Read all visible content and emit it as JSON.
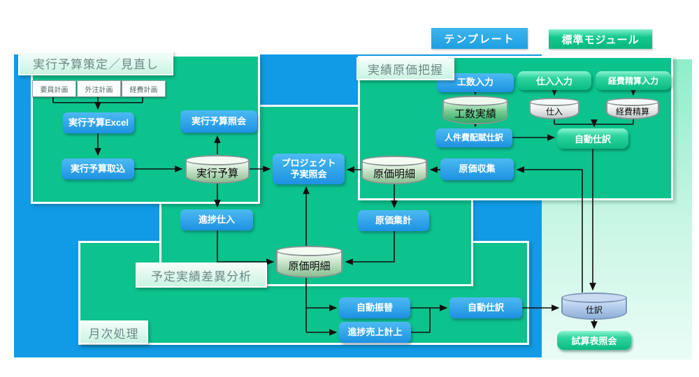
{
  "legend": {
    "template": "テンプレート",
    "standard_module": "標準モジュール"
  },
  "panels": {
    "budget_planning_title": "実行予算策定／見直し",
    "actual_cost_title": "実績原価把握",
    "variance_title": "予定実績差異分析",
    "monthly_title": "月次処理"
  },
  "nodes": {
    "plan_personnel": "要員計画",
    "plan_outsource": "外注計画",
    "plan_expense": "経費計画",
    "budget_excel": "実行予算Excel",
    "budget_inquiry": "実行予算照会",
    "budget_import": "実行予算取込",
    "db_budget": "実行予算",
    "project_line1": "プロジェクト",
    "project_line2": "予実照会",
    "progress_purchase": "進捗仕入",
    "db_cost_detail_upper": "原価明細",
    "db_cost_detail_lower": "原価明細",
    "cost_collection": "原価収集",
    "cost_aggregation": "原価集計",
    "manhour_input": "工数入力",
    "db_manhour": "工数実績",
    "labor_allocation": "人件費配賦仕訳",
    "purchase_input": "仕入入力",
    "expense_input": "経費精算入力",
    "db_purchase": "仕入",
    "db_expense": "経費精算",
    "auto_journal_top": "自動仕訳",
    "auto_transfer": "自動振替",
    "progress_sales": "進捗売上計上",
    "auto_journal_bottom": "自動仕訳",
    "db_journal": "仕訳",
    "trial_balance": "試算表照会"
  },
  "colors": {
    "background_blue": "#119be6",
    "panel_green": "#0cc28d",
    "template_box_cyan": "#2aa2e8",
    "module_box_green": "#0abb83",
    "mint_area": "#c9f6e5",
    "title_label_green": "#c9f4e2",
    "title_text": "#6e8888",
    "arrow": "#101010"
  }
}
